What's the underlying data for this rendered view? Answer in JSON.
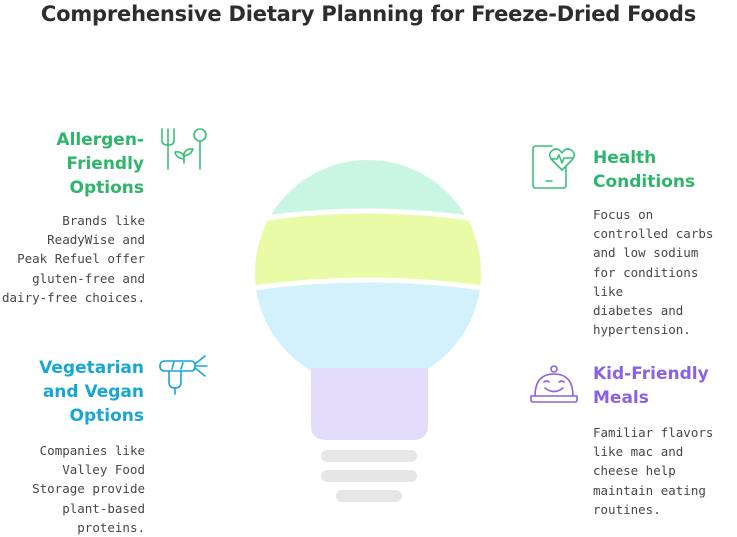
{
  "title": "Comprehensive Dietary Planning for Freeze-Dried Foods",
  "colors": {
    "green": "#3bbf78",
    "green_text": "#2fb56b",
    "lime": "#e9fba6",
    "mint": "#c9f6e3",
    "sky": "#d2f1fc",
    "lavender": "#e3ddfb",
    "blue_text": "#1aa6d4",
    "purple_text": "#8a62e6",
    "base_gray": "#e6e6e6"
  },
  "sections": {
    "allergen": {
      "heading": [
        "Allergen-",
        "Friendly",
        "Options"
      ],
      "description": [
        "Brands like",
        "ReadyWise and",
        "Peak Refuel offer",
        "gluten-free and",
        "dairy-free choices."
      ],
      "icon": "utensils-leaf-icon"
    },
    "health": {
      "heading": [
        "Health",
        "Conditions"
      ],
      "description": [
        "Focus on",
        "controlled carbs",
        "and low sodium",
        "for conditions like",
        "diabetes and",
        "hypertension."
      ],
      "icon": "heart-rate-tablet-icon"
    },
    "vegetarian": {
      "heading": [
        "Vegetarian",
        "and Vegan",
        "Options"
      ],
      "description": [
        "Companies like",
        "Valley Food",
        "Storage provide",
        "plant-based",
        "proteins."
      ],
      "icon": "carrot-icon"
    },
    "kid": {
      "heading": [
        "Kid-Friendly",
        "Meals"
      ],
      "description": [
        "Familiar flavors",
        "like mac and",
        "cheese help",
        "maintain eating",
        "routines."
      ],
      "icon": "smiling-cloche-icon"
    }
  }
}
